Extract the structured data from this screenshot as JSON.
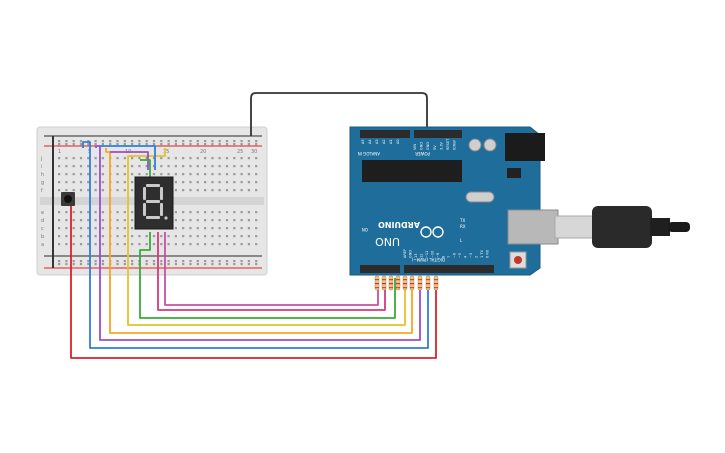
{
  "arduino": {
    "brand": "ARDUINO",
    "model": "UNO",
    "header_analog": "ANALOG IN",
    "header_power": "POWER",
    "header_digital": "DIGITAL (PWM~)",
    "analog_pins": [
      "A5",
      "A4",
      "A3",
      "A2",
      "A1",
      "A0"
    ],
    "power_pins": [
      "VIN",
      "GND",
      "GND",
      "5V",
      "3.3V",
      "RESET",
      "IOREF"
    ],
    "digital_pins": [
      "0 RX",
      "1 TX",
      "2",
      "~3",
      "4",
      "~5",
      "~6",
      "7",
      "8",
      "~9",
      "~10",
      "~11",
      "12",
      "13",
      "GND",
      "AREF"
    ],
    "leds": [
      "TX",
      "RX",
      "L"
    ],
    "on_label": "ON",
    "board_color": "#1f6d9a"
  },
  "breadboard": {
    "col_numbers": [
      "1",
      "5",
      "10",
      "15",
      "20",
      "25",
      "30"
    ],
    "row_letters_top": [
      "j",
      "i",
      "h",
      "g",
      "f"
    ],
    "row_letters_bottom": [
      "e",
      "d",
      "c",
      "b",
      "a"
    ]
  },
  "display": {
    "digit": "8.",
    "segment_color": "#c9c9c9",
    "body_color": "#2e2e2e"
  },
  "wires": [
    {
      "name": "red",
      "color": "#d9232a"
    },
    {
      "name": "blue",
      "color": "#2f7fd6"
    },
    {
      "name": "purple",
      "color": "#9b4dca"
    },
    {
      "name": "orange",
      "color": "#f5a623"
    },
    {
      "name": "yellow",
      "color": "#e6c229"
    },
    {
      "name": "green",
      "color": "#3aaa35"
    },
    {
      "name": "magenta",
      "color": "#c94fa3"
    },
    {
      "name": "black",
      "color": "#333333"
    }
  ]
}
